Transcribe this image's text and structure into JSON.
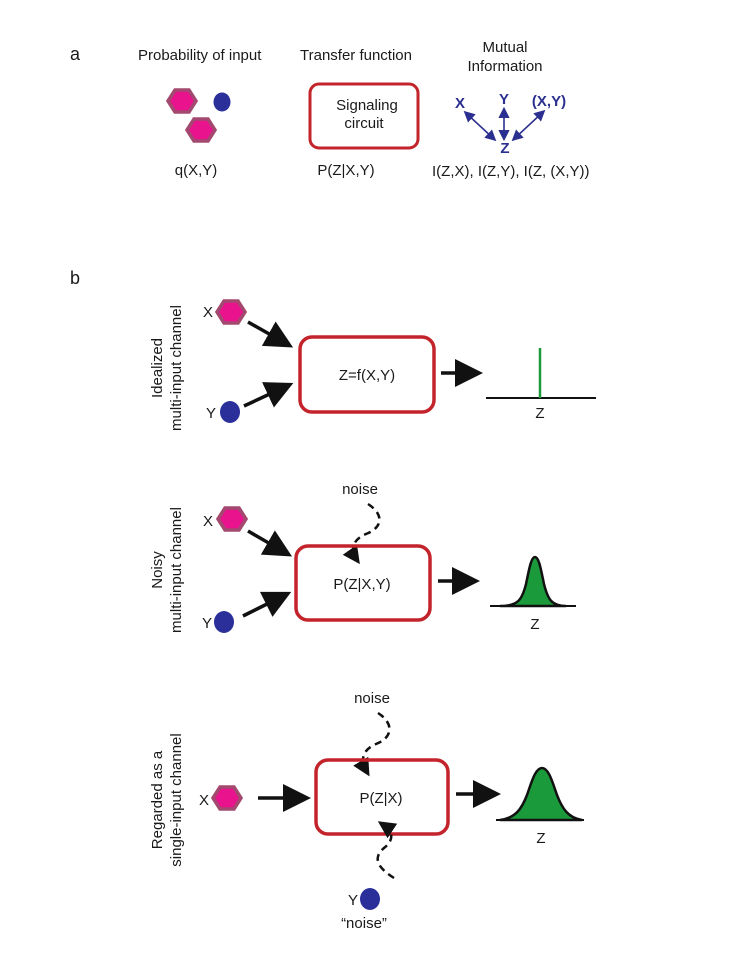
{
  "panel_a": {
    "label": "a",
    "headers": {
      "probability": "Probability of input",
      "transfer": "Transfer function",
      "mutual_line1": "Mutual",
      "mutual_line2": "Information"
    },
    "circuit_line1": "Signaling",
    "circuit_line2": "circuit",
    "mi_vars": {
      "x": "X",
      "y": "Y",
      "xy": "(X,Y)",
      "z": "Z"
    },
    "formulas": {
      "q": "q(X,Y)",
      "p": "P(Z|X,Y)",
      "mi": "I(Z,X),  I(Z,Y),  I(Z, (X,Y))"
    }
  },
  "panel_b": {
    "label": "b",
    "rows": [
      {
        "side_line1": "Idealized",
        "side_line2": "multi-input channel",
        "x_label": "X",
        "y_label": "Y",
        "box_text": "Z=f(X,Y)",
        "output_label": "Z"
      },
      {
        "side_line1": "Noisy",
        "side_line2": "multi-input channel",
        "x_label": "X",
        "y_label": "Y",
        "noise_label": "noise",
        "box_text": "P(Z|X,Y)",
        "output_label": "Z"
      },
      {
        "side_line1": "Regarded as a",
        "side_line2": "single-input channel",
        "x_label": "X",
        "y_label": "Y",
        "noise_label": "noise",
        "y_caption": "“noise”",
        "box_text": "P(Z|X)",
        "output_label": "Z"
      }
    ]
  },
  "colors": {
    "hexagon_fill": "#e8138d",
    "hexagon_border": "#a3496f",
    "dot": "#2b2f9a",
    "box": "#c3242b",
    "distribution": "#1a9a3a",
    "arrow": "#111111",
    "mi_arrow": "#2b2f8f"
  },
  "icons": [
    "hexagon-input-icon",
    "circle-input-icon",
    "arrow-icon",
    "wavy-noise-arrow-icon",
    "distribution-icon"
  ]
}
